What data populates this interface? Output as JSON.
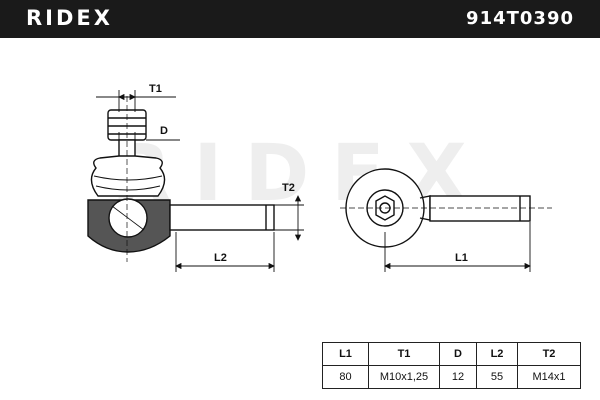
{
  "header": {
    "brand": "RIDEX",
    "part_number": "914T0390"
  },
  "watermark": {
    "text": "RIDEX"
  },
  "drawing": {
    "labels": {
      "t1": "T1",
      "d": "D",
      "t2": "T2",
      "l2": "L2",
      "l1": "L1"
    },
    "colors": {
      "line": "#111111",
      "shade": "#555555",
      "watermark": "#eeeeee"
    }
  },
  "specs": {
    "headers": [
      "L1",
      "T1",
      "D",
      "L2",
      "T2"
    ],
    "values": [
      "80",
      "M10x1,25",
      "12",
      "55",
      "M14x1"
    ]
  }
}
